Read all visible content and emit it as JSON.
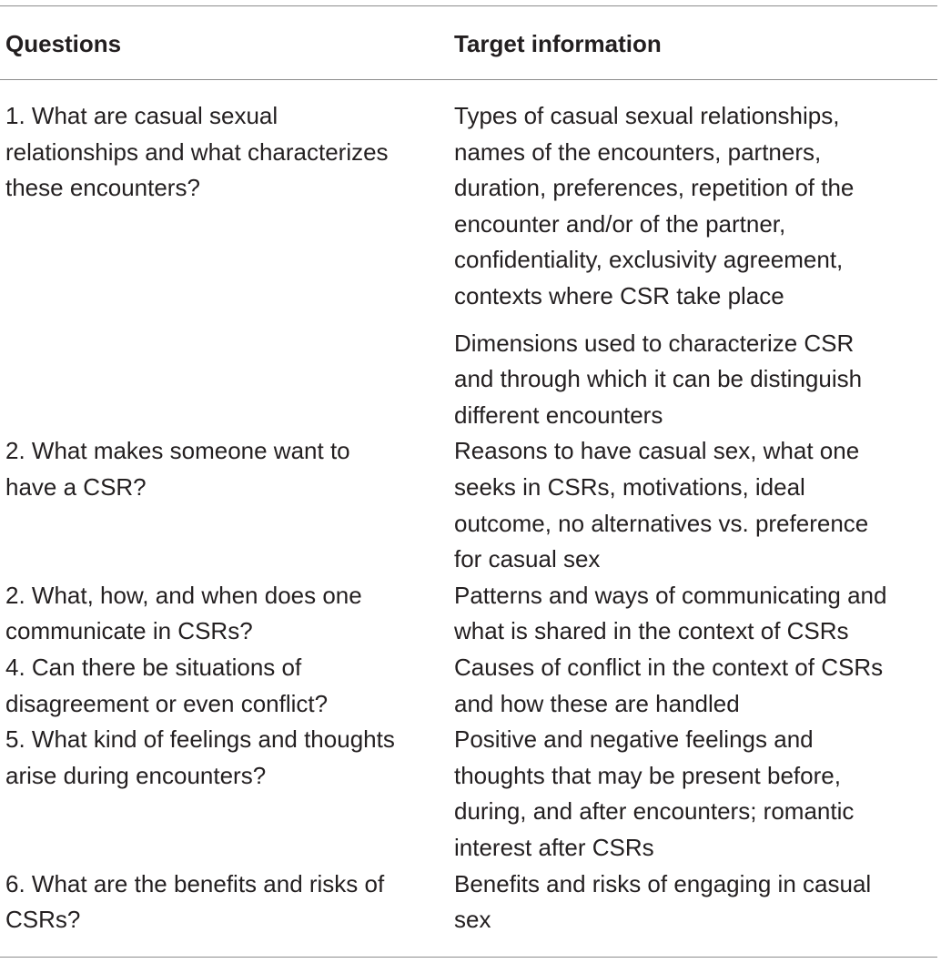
{
  "table": {
    "headers": {
      "questions": "Questions",
      "target": "Target information"
    },
    "rows": [
      {
        "question": [
          "1. What are casual sexual",
          "relationships and what characterizes",
          "these encounters?"
        ],
        "target": [
          "Types of casual sexual relationships,",
          "names of the encounters, partners,",
          "duration, preferences, repetition of the",
          "encounter and/or of the partner,",
          "confidentiality, exclusivity agreement,",
          "contexts where CSR take place"
        ]
      },
      {
        "question": [],
        "target": [
          "Dimensions used to characterize CSR",
          "and through which it can be distinguish",
          "different encounters"
        ]
      },
      {
        "question": [
          "2. What makes someone want to",
          "have a CSR?"
        ],
        "target": [
          "Reasons to have casual sex, what one",
          "seeks in CSRs, motivations, ideal",
          "outcome, no alternatives vs. preference",
          "for casual sex"
        ]
      },
      {
        "question": [
          "2. What, how, and when does one",
          "communicate in CSRs?"
        ],
        "target": [
          "Patterns and ways of communicating and",
          "what is shared in the context of CSRs"
        ]
      },
      {
        "question": [
          "4. Can there be situations of",
          "disagreement or even conflict?"
        ],
        "target": [
          "Causes of conflict in the context of CSRs",
          "and how these are handled"
        ]
      },
      {
        "question": [
          "5. What kind of feelings and thoughts",
          "arise during encounters?"
        ],
        "target": [
          "Positive and negative feelings and",
          "thoughts that may be present before,",
          "during, and after encounters; romantic",
          "interest after CSRs"
        ]
      },
      {
        "question": [
          "6. What are the benefits and risks of",
          "CSRs?"
        ],
        "target": [
          "Benefits and risks of engaging in casual",
          "sex"
        ]
      }
    ]
  }
}
